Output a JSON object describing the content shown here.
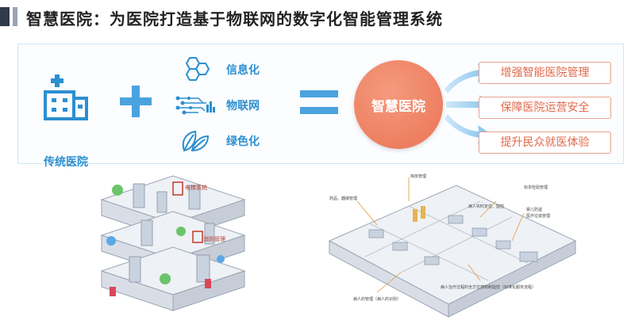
{
  "title": "智慧医院：为医院打造基于物联网的数字化智能管理系统",
  "diagram": {
    "traditional_label": "传统医院",
    "features": [
      {
        "label": "信息化",
        "icon": "hexagon-network-icon"
      },
      {
        "label": "物联网",
        "icon": "circuit-icon"
      },
      {
        "label": "绿色化",
        "icon": "leaf-icon"
      }
    ],
    "result_label": "智慧医院",
    "goals": [
      "增强智能医院管理",
      "保障医院运营安全",
      "提升民众就医体验"
    ]
  },
  "left_illustration": {
    "labels": [
      "电梯系统",
      "消防管理"
    ]
  },
  "right_illustration": {
    "labels": [
      "库房管理",
      "药品、器械管理",
      "标本检验管理",
      "病人实时定位、监控",
      "婴儿防盗",
      "医疗垃圾管理",
      "病人的管理（病人的识别）",
      "病人治疗过程的全方位感知和监控（标准化服务流程）"
    ]
  },
  "colors": {
    "accent_blue": "#4aa3df",
    "accent_orange": "#ea7453",
    "title_text": "#222222"
  }
}
